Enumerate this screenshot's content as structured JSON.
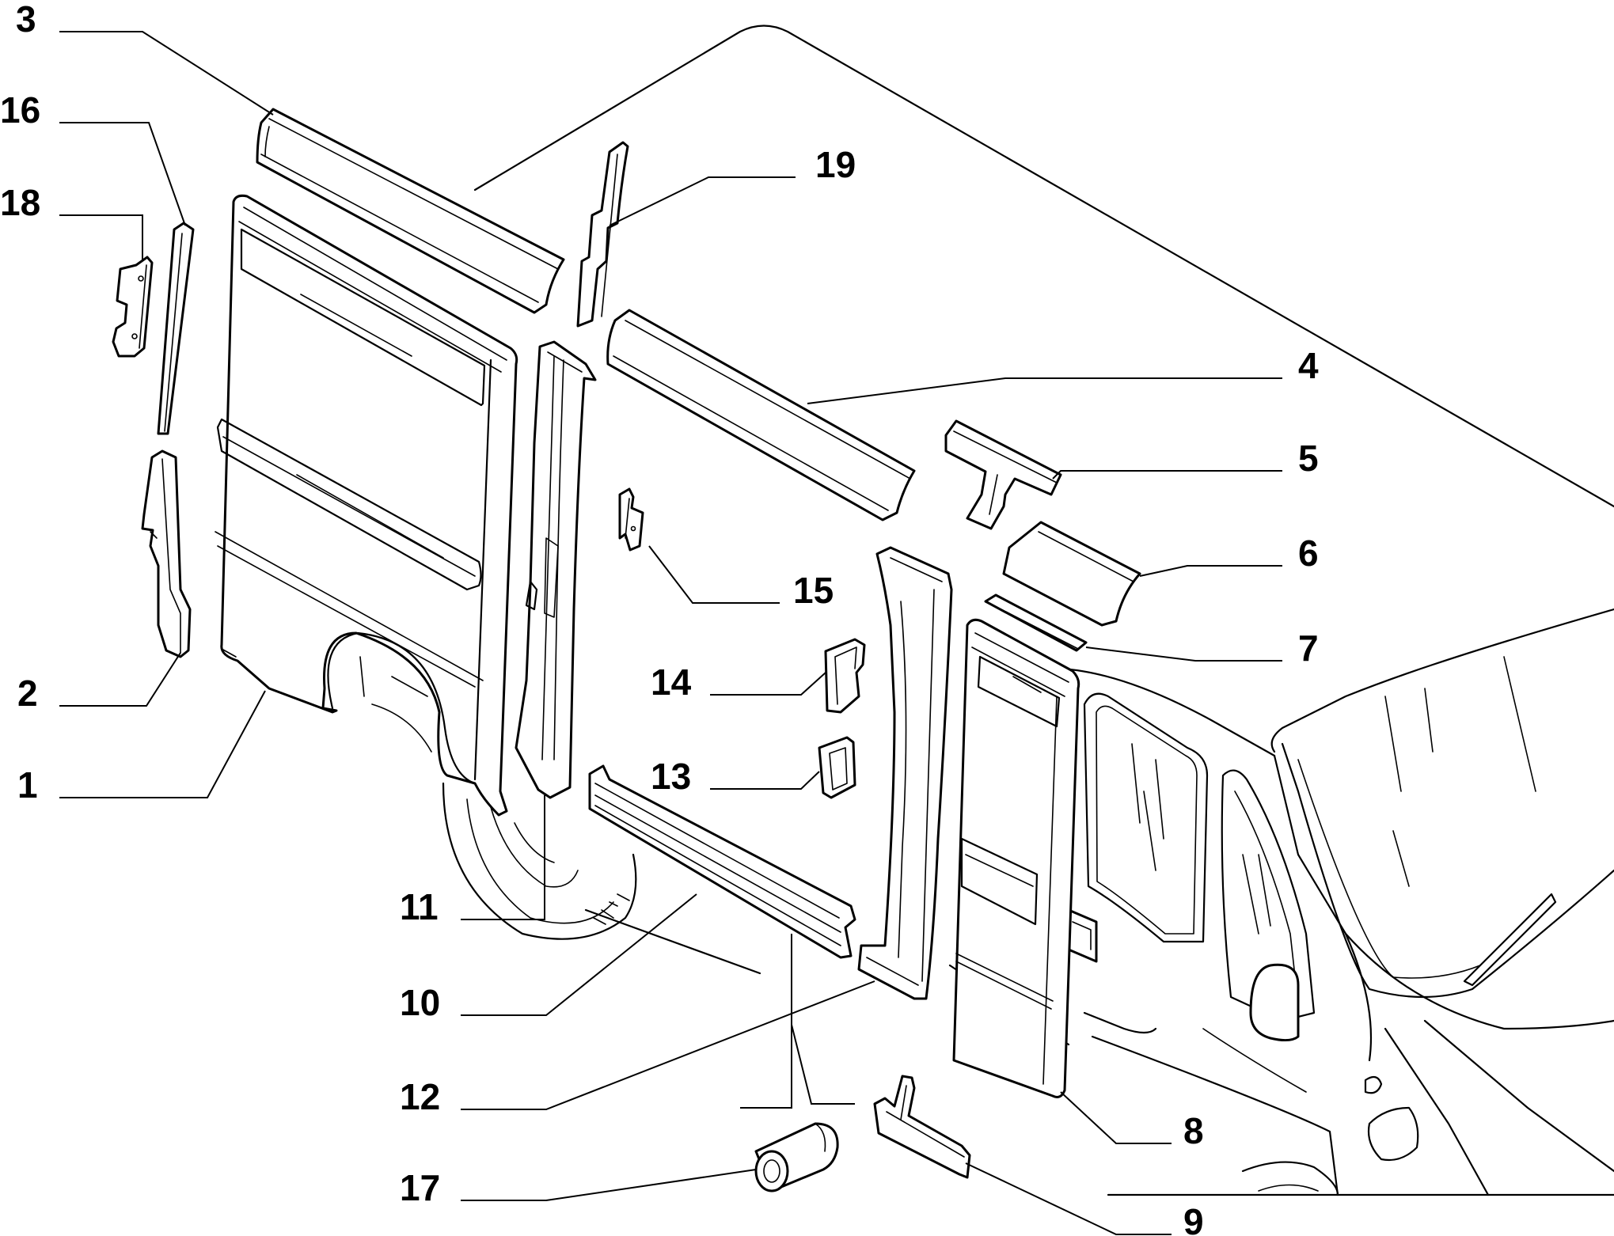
{
  "diagram": {
    "callouts": [
      {
        "id": "3",
        "label": "3"
      },
      {
        "id": "16",
        "label": "16"
      },
      {
        "id": "18",
        "label": "18"
      },
      {
        "id": "19",
        "label": "19"
      },
      {
        "id": "4",
        "label": "4"
      },
      {
        "id": "5",
        "label": "5"
      },
      {
        "id": "6",
        "label": "6"
      },
      {
        "id": "7",
        "label": "7"
      },
      {
        "id": "15",
        "label": "15"
      },
      {
        "id": "14",
        "label": "14"
      },
      {
        "id": "13",
        "label": "13"
      },
      {
        "id": "2",
        "label": "2"
      },
      {
        "id": "1",
        "label": "1"
      },
      {
        "id": "11",
        "label": "11"
      },
      {
        "id": "10",
        "label": "10"
      },
      {
        "id": "12",
        "label": "12"
      },
      {
        "id": "8",
        "label": "8"
      },
      {
        "id": "17",
        "label": "17"
      },
      {
        "id": "9",
        "label": "9"
      }
    ]
  }
}
